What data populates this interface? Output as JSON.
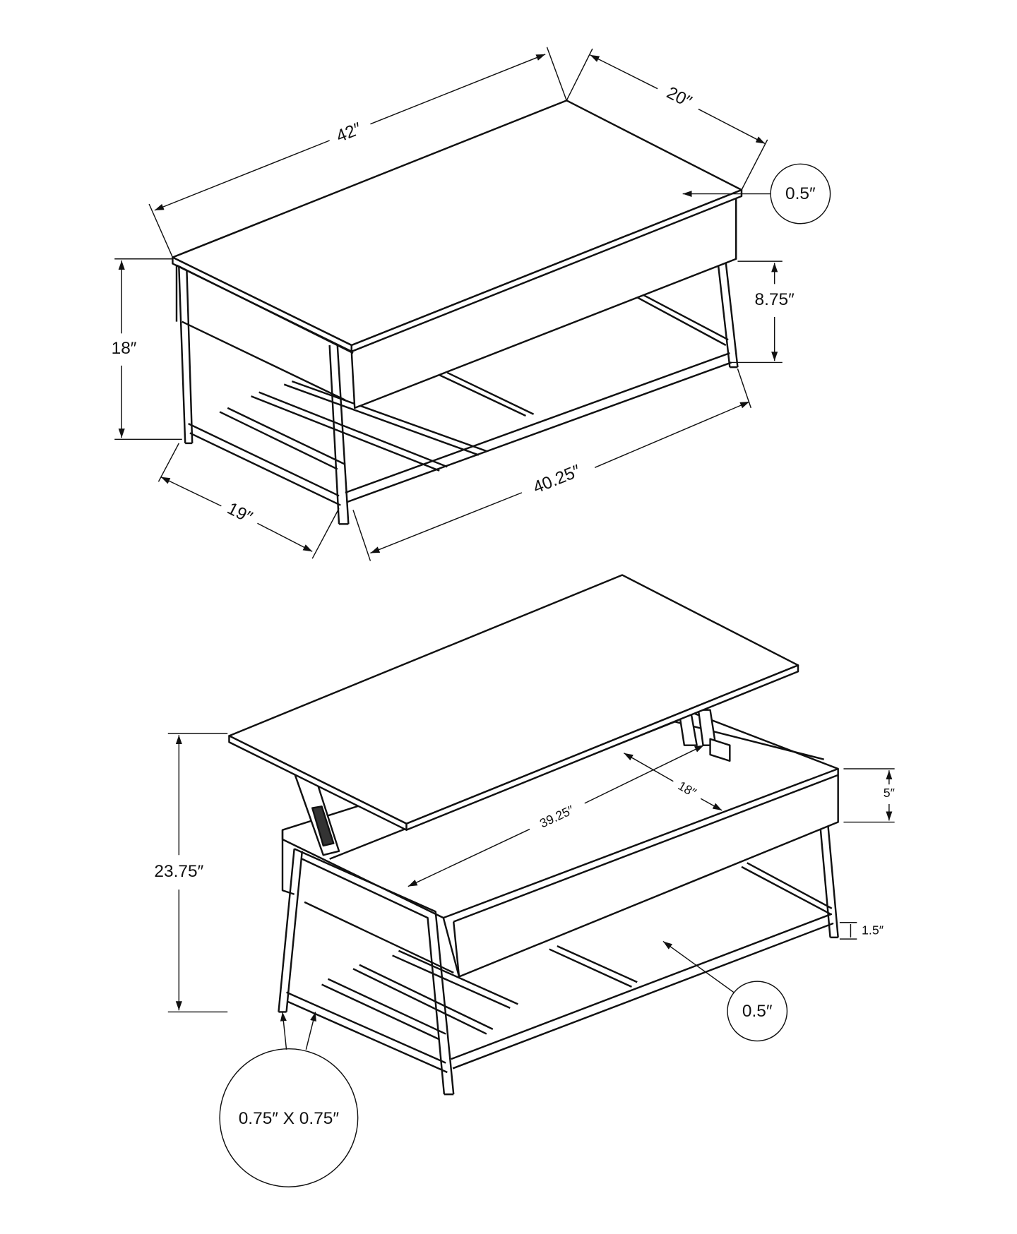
{
  "top_view": {
    "length": "42″",
    "depth": "20″",
    "top_thickness": "0.5″",
    "drawer_clearance": "8.75″",
    "height": "18″",
    "base_depth": "19″",
    "base_length": "40.25″"
  },
  "lifted_view": {
    "lifted_height": "23.75″",
    "interior_length": "39.25″",
    "interior_depth": "18″",
    "box_height": "5″",
    "shelf_rail": "1.5″",
    "shelf_thickness": "0.5″",
    "leg_profile": "0.75″ X 0.75″"
  }
}
